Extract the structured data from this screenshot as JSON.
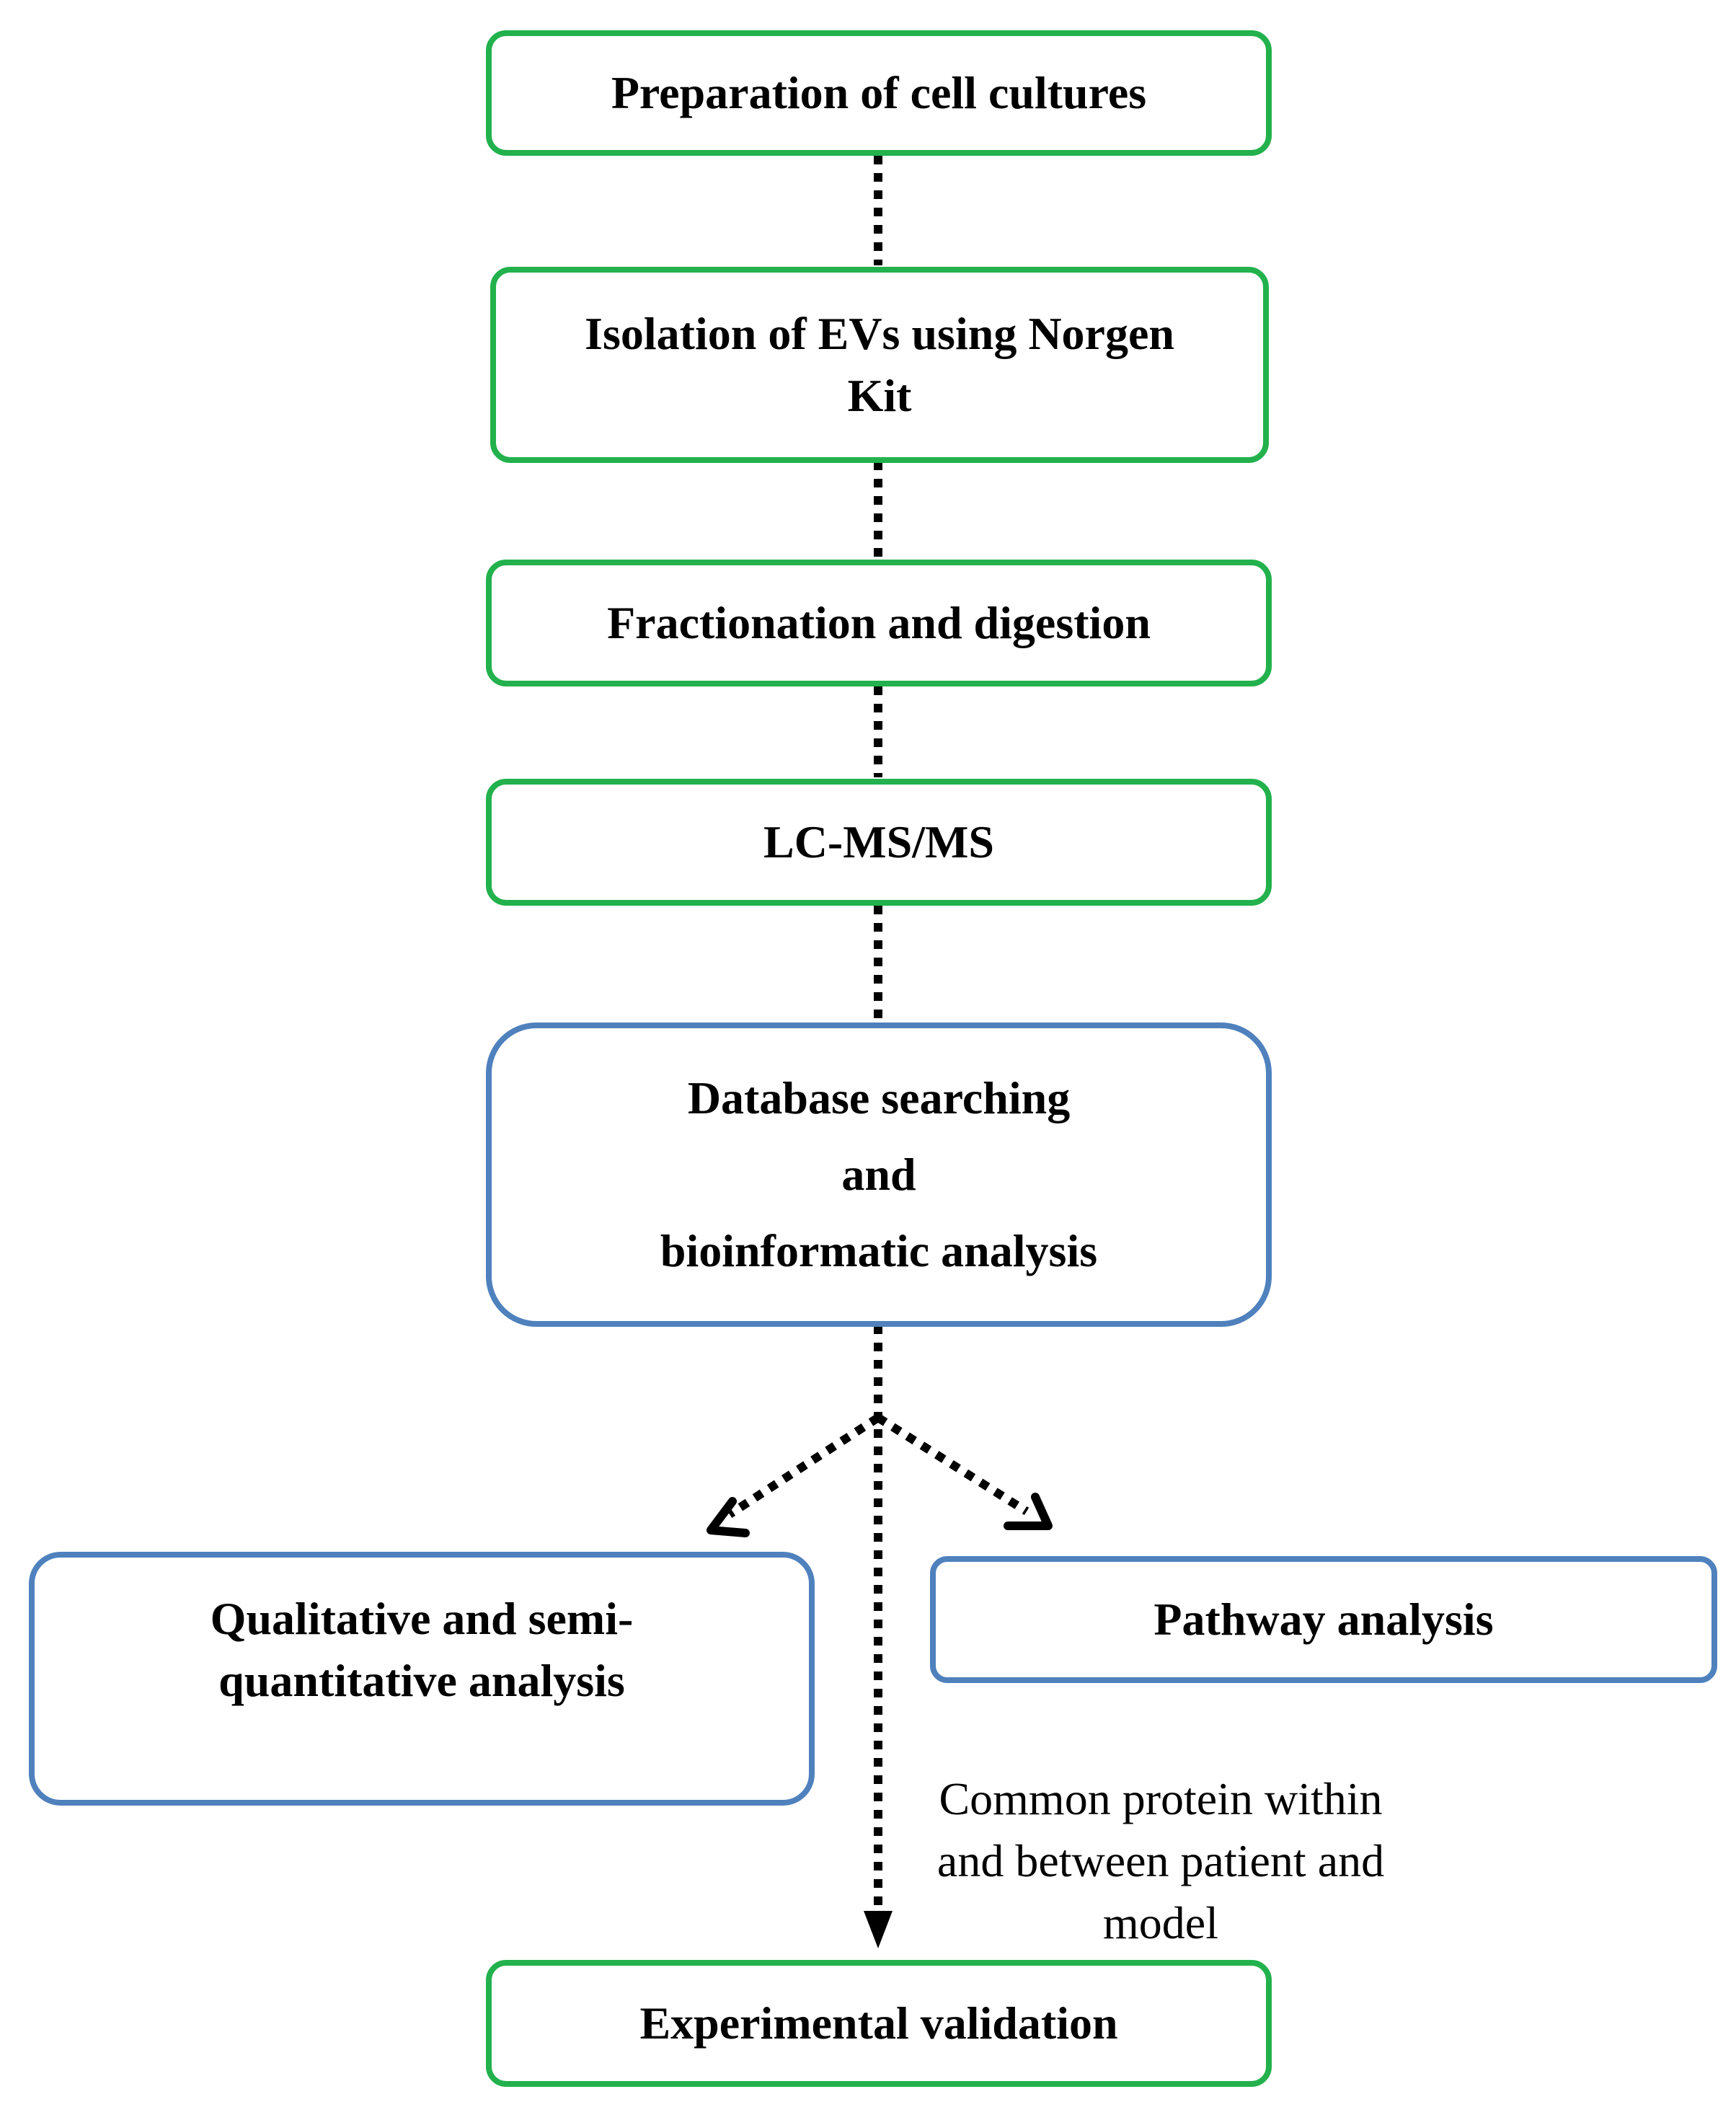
{
  "nodes": {
    "preparation": {
      "lines": [
        "Preparation of cell cultures"
      ]
    },
    "isolation": {
      "lines": [
        "Isolation of EVs using Norgen",
        "Kit"
      ]
    },
    "fractionation": {
      "lines": [
        "Fractionation and digestion"
      ]
    },
    "lcms": {
      "lines": [
        "LC-MS/MS"
      ]
    },
    "database": {
      "lines": [
        "Database searching",
        "and",
        "bioinformatic analysis"
      ]
    },
    "qualitative": {
      "lines": [
        "Qualitative and semi-",
        "quantitative analysis"
      ]
    },
    "pathway": {
      "lines": [
        "Pathway analysis"
      ]
    },
    "validation": {
      "lines": [
        "Experimental validation"
      ]
    }
  },
  "edge_label": {
    "lines": [
      "Common protein within",
      "and between patient and",
      "model"
    ]
  },
  "colors": {
    "process_border": "#22b14c",
    "analysis_border": "#4f81bd",
    "connector": "#000000",
    "background": "#ffffff",
    "text": "#000000"
  }
}
